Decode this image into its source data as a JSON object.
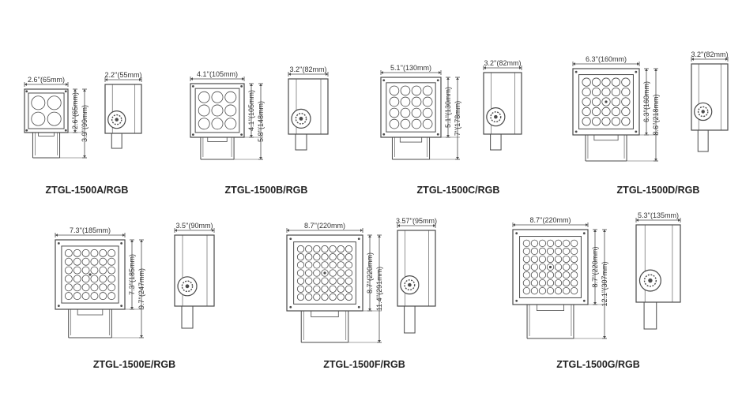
{
  "colors": {
    "line": "#4a4a4a",
    "text": "#222222",
    "background": "#ffffff"
  },
  "models": [
    {
      "name": "ZTGL-1500A/RGB",
      "front_width": "2.6''(65mm)",
      "front_height": "2.6''(65mm)",
      "total_height": "3.9''(99mm)",
      "side_depth": "2.2''(55mm)",
      "leds": {
        "rows": 2,
        "cols": 2,
        "center": false
      }
    },
    {
      "name": "ZTGL-1500B/RGB",
      "front_width": "4.1''(105mm)",
      "front_height": "4.1''(105mm)",
      "total_height": "5.8''(148mm)",
      "side_depth": "3.2''(82mm)",
      "leds": {
        "rows": 3,
        "cols": 3,
        "center": false
      }
    },
    {
      "name": "ZTGL-1500C/RGB",
      "front_width": "5.1''(130mm)",
      "front_height": "5.1''(130mm)",
      "total_height": "7''(178mm)",
      "side_depth": "3.2''(82mm)",
      "leds": {
        "rows": 4,
        "cols": 4,
        "center": false
      }
    },
    {
      "name": "ZTGL-1500D/RGB",
      "front_width": "6.3''(160mm)",
      "front_height": "6.3''(160mm)",
      "total_height": "8.6''(218mm)",
      "side_depth": "3.2''(82mm)",
      "leds": {
        "rows": 5,
        "cols": 5,
        "center": true
      }
    },
    {
      "name": "ZTGL-1500E/RGB",
      "front_width": "7.3''(185mm)",
      "front_height": "7.3''(185mm)",
      "total_height": "9.7''(247mm)",
      "side_depth": "3.5''(90mm)",
      "leds": {
        "rows": 6,
        "cols": 6,
        "center": true
      }
    },
    {
      "name": "ZTGL-1500F/RGB",
      "front_width": "8.7''(220mm)",
      "front_height": "8.7''(220mm)",
      "total_height": "11.4''(291mm)",
      "side_depth": "3.57''(95mm)",
      "leds": {
        "rows": 7,
        "cols": 7,
        "center": true
      }
    },
    {
      "name": "ZTGL-1500G/RGB",
      "front_width": "8.7''(220mm)",
      "front_height": "8.7''(220mm)",
      "total_height": "12.1''(307mm)",
      "side_depth": "5.3''(135mm)",
      "leds": {
        "rows": 7,
        "cols": 7,
        "center": true
      }
    }
  ]
}
